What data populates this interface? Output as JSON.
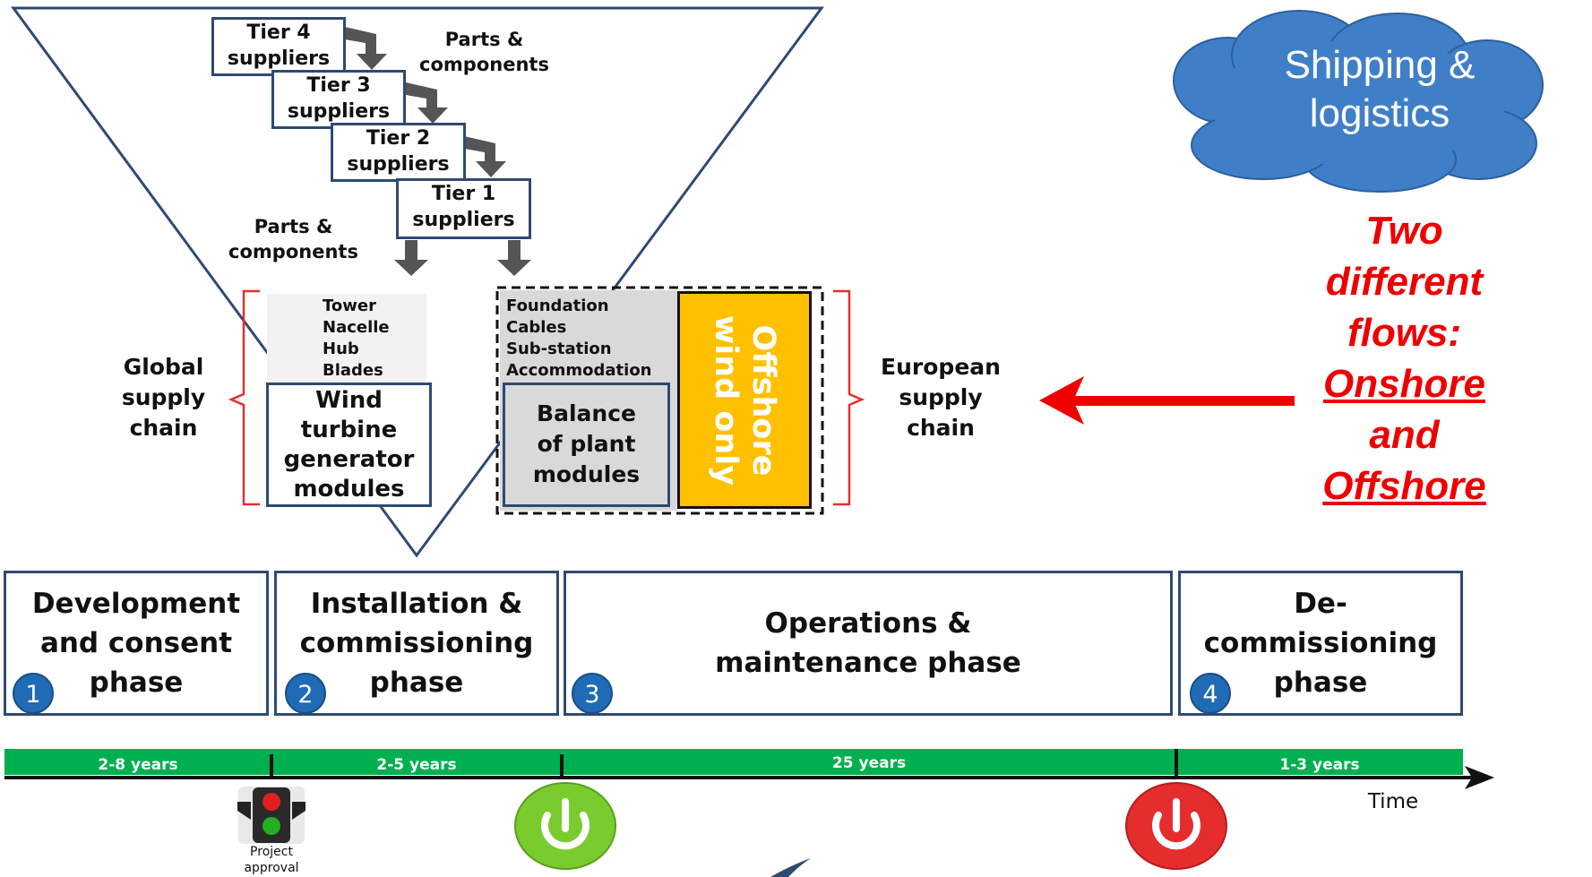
{
  "supply": {
    "tiers": [
      "Tier 4\nsuppliers",
      "Tier 3\nsuppliers",
      "Tier 2\nsuppliers",
      "Tier 1\nsuppliers"
    ],
    "parts_top": "Parts &\ncomponents",
    "parts_left": "Parts &\ncomponents",
    "wtg_components": [
      "Tower",
      "Nacelle",
      "Hub",
      "Blades"
    ],
    "wtg_module": "Wind\nturbine\ngenerator\nmodules",
    "bop_components": [
      "Foundation",
      "Cables",
      "Sub-station",
      "Accommodation"
    ],
    "bop_module": "Balance\nof plant\nmodules",
    "offshore_only": "Offshore\nwind only",
    "global_label": "Global\nsupply\nchain",
    "european_label": "European\nsupply\nchain"
  },
  "cloud": {
    "text": "Shipping &\nlogistics"
  },
  "flows": {
    "lines": [
      "Two",
      "different",
      "flows:"
    ],
    "onshore": "Onshore",
    "and": "and",
    "offshore": "Offshore"
  },
  "phases": [
    {
      "num": "1",
      "label": "Development\nand consent\nphase"
    },
    {
      "num": "2",
      "label": "Installation &\ncommissioning\nphase"
    },
    {
      "num": "3",
      "label": "Operations &\nmaintenance phase"
    },
    {
      "num": "4",
      "label": "De-\ncommissioning\nphase"
    }
  ],
  "timeline": {
    "durations": [
      "2-8 years",
      "2-5 years",
      "25 years",
      "1-3 years"
    ],
    "time_label": "Time",
    "approval_label": "Project\napproval"
  },
  "colors": {
    "navy": "#2e4a73",
    "timeline_green": "#00b050",
    "offshore_fill": "#ffc000",
    "red": "#ee0000",
    "cloud": "#3f7fc8"
  }
}
